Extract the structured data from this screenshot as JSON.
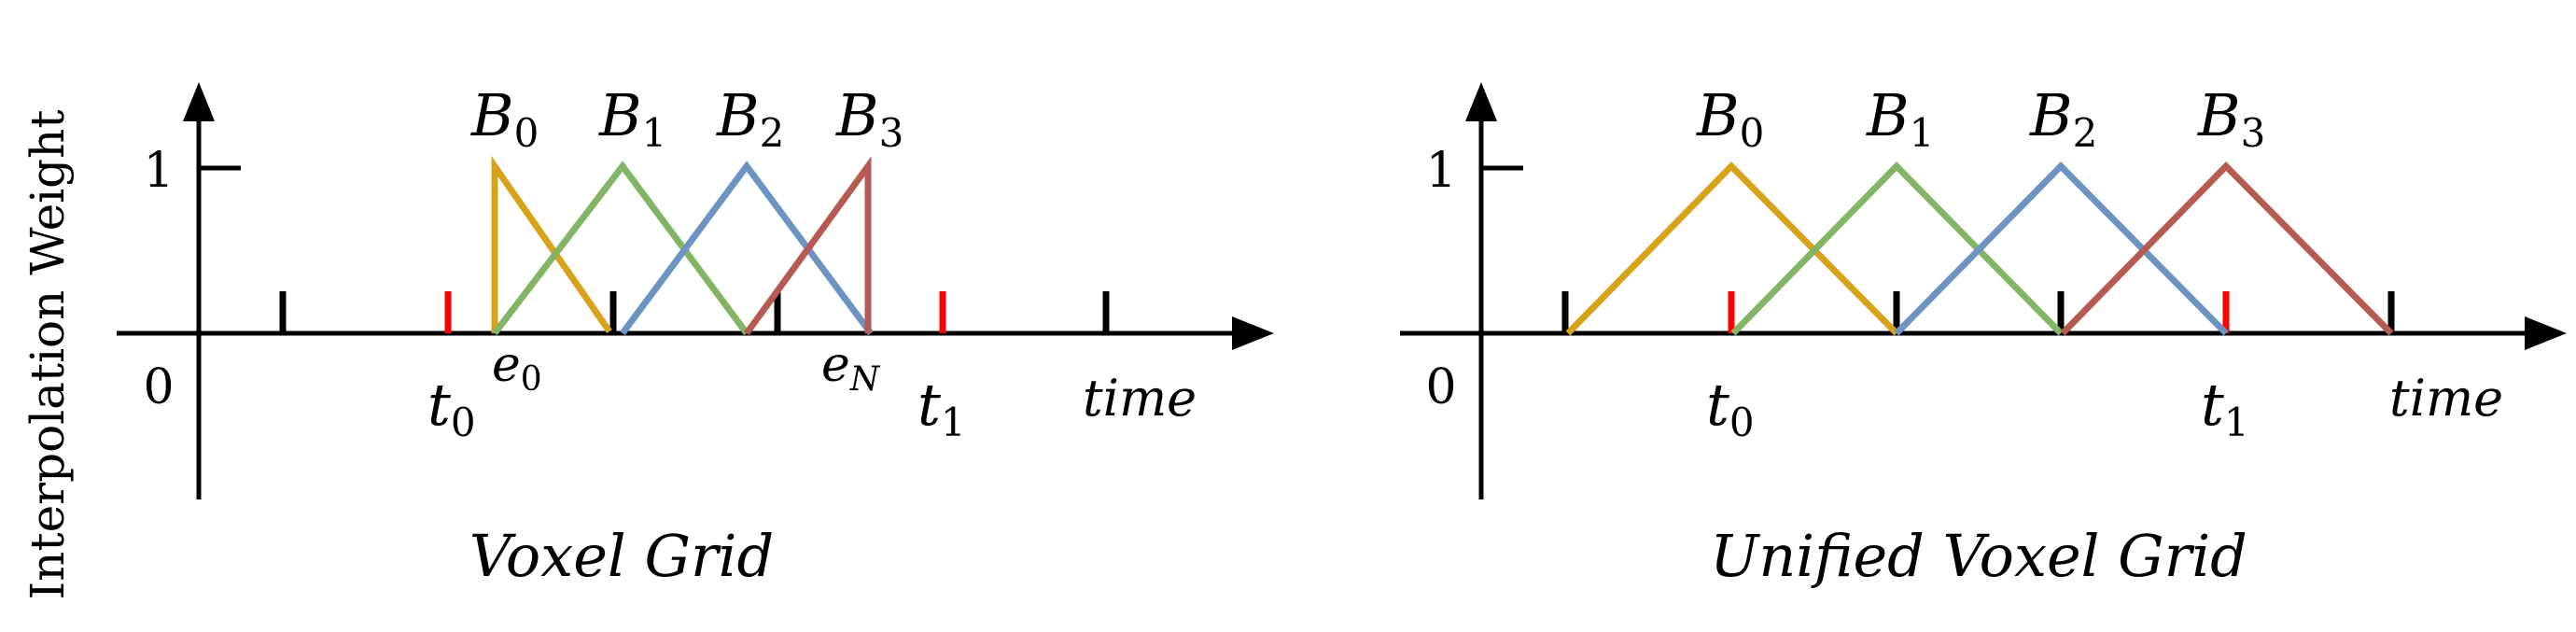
{
  "y_axis_label": "Interpolation Weight",
  "colors": {
    "axis": "#000000",
    "tick_black": "#000000",
    "tick_red": "#ff0000",
    "B0": "#d9a21b",
    "B1": "#84b565",
    "B2": "#6c93c4",
    "B3": "#b65a54"
  },
  "panels": [
    {
      "id": "voxel-grid",
      "caption": "Voxel Grid",
      "origin_label": "0",
      "one_label": "1",
      "x_label": "time",
      "t0_label": "t",
      "t0_sub": "0",
      "t1_label": "t",
      "t1_sub": "1",
      "e0_label": "e",
      "e0_sub": "0",
      "eN_label": "e",
      "eN_sub": "N",
      "bins": [
        {
          "label": "B",
          "sub": "0"
        },
        {
          "label": "B",
          "sub": "1"
        },
        {
          "label": "B",
          "sub": "2"
        },
        {
          "label": "B",
          "sub": "3"
        }
      ]
    },
    {
      "id": "unified-voxel-grid",
      "caption": "Unified Voxel Grid",
      "origin_label": "0",
      "one_label": "1",
      "x_label": "time",
      "t0_label": "t",
      "t0_sub": "0",
      "t1_label": "t",
      "t1_sub": "1",
      "bins": [
        {
          "label": "B",
          "sub": "0"
        },
        {
          "label": "B",
          "sub": "1"
        },
        {
          "label": "B",
          "sub": "2"
        },
        {
          "label": "B",
          "sub": "3"
        }
      ]
    }
  ]
}
